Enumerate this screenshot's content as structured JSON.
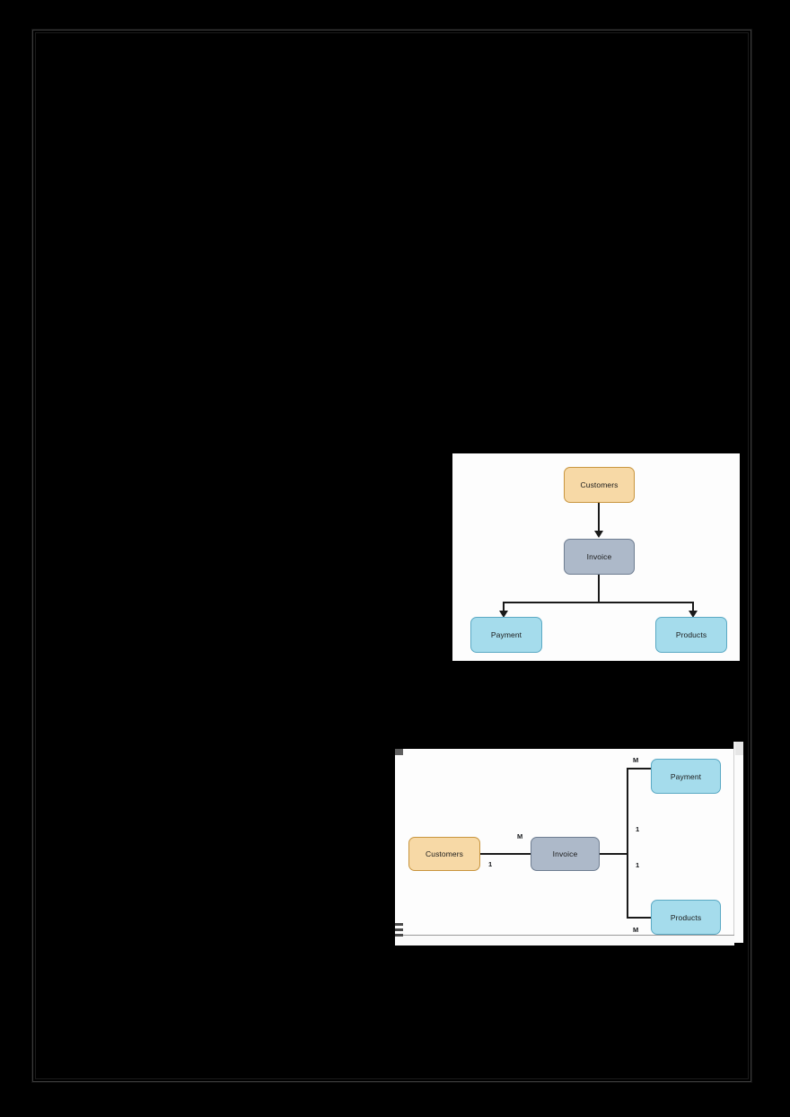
{
  "page": {
    "background_color": "#000000",
    "sheet_border_color": "#3a3a3a",
    "sheet_background": "#000000"
  },
  "palette": {
    "customers_fill": "#f7d9a6",
    "customers_stroke": "#c8953e",
    "invoice_fill": "#adb9c9",
    "invoice_stroke": "#6e7d91",
    "leaf_fill": "#a5dcec",
    "leaf_stroke": "#5aa9c4",
    "connector": "#1a1a1a",
    "figure_background": "#fdfdfd"
  },
  "figures": [
    {
      "id": "hierarchy-diagram",
      "type": "flow-hierarchy",
      "nodes": [
        {
          "id": "customers",
          "label": "Customers",
          "style": "customers"
        },
        {
          "id": "invoice",
          "label": "Invoice",
          "style": "invoice"
        },
        {
          "id": "payment",
          "label": "Payment",
          "style": "leaf"
        },
        {
          "id": "products",
          "label": "Products",
          "style": "leaf"
        }
      ],
      "edges": [
        {
          "from": "customers",
          "to": "invoice",
          "arrow": true
        },
        {
          "from": "invoice",
          "to": "payment",
          "arrow": true
        },
        {
          "from": "invoice",
          "to": "products",
          "arrow": true
        }
      ]
    },
    {
      "id": "er-cardinality-diagram",
      "type": "entity-relationship",
      "nodes": [
        {
          "id": "customers",
          "label": "Customers",
          "style": "customers"
        },
        {
          "id": "invoice",
          "label": "Invoice",
          "style": "invoice"
        },
        {
          "id": "payment",
          "label": "Payment",
          "style": "leaf"
        },
        {
          "id": "products",
          "label": "Products",
          "style": "leaf"
        }
      ],
      "edges": [
        {
          "from": "customers",
          "to": "invoice",
          "from_cardinality": "1",
          "to_cardinality": "M"
        },
        {
          "from": "invoice",
          "to": "payment",
          "from_cardinality": "1",
          "to_cardinality": "M"
        },
        {
          "from": "invoice",
          "to": "products",
          "from_cardinality": "1",
          "to_cardinality": "M"
        }
      ],
      "cardinality_labels": {
        "customers_side": "1",
        "invoice_side": "M",
        "payment_branch": "1",
        "payment_side": "M",
        "products_branch": "1",
        "products_side": "M"
      }
    }
  ]
}
